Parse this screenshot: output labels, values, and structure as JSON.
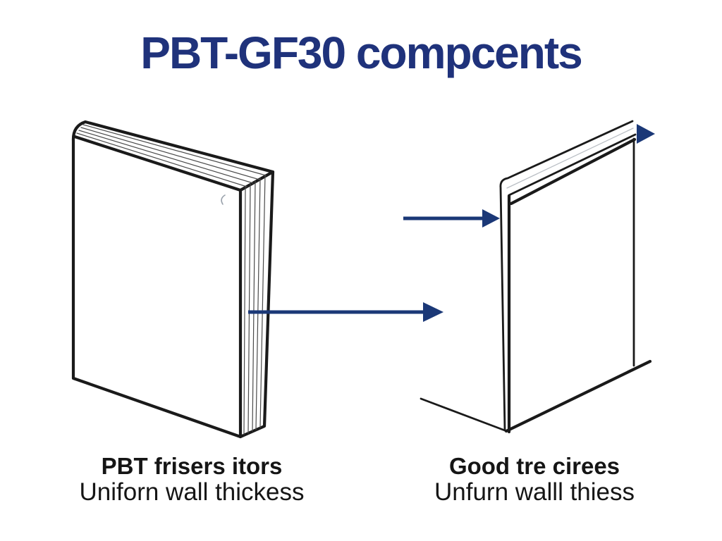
{
  "title": "PBT-GF30 compcents",
  "colors": {
    "title_navy": "#1f327b",
    "arrow_navy": "#1b3877",
    "line_ink": "#1a1a1a",
    "background": "#ffffff"
  },
  "left_figure": {
    "caption_line1": "PBT frisers itors",
    "caption_line2": "Uniforn wall thickess"
  },
  "right_figure": {
    "caption_line1": "Good tre cirees",
    "caption_line2": "Unfurn walll thiess"
  }
}
